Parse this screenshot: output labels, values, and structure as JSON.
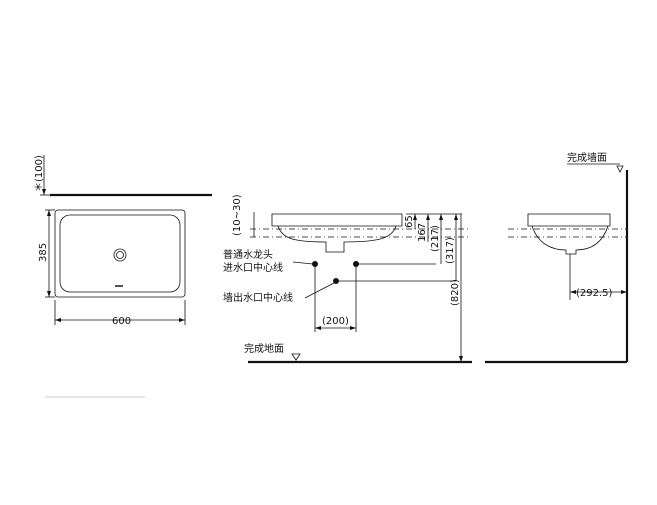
{
  "top_view": {
    "dim_width": "600",
    "dim_depth": "385",
    "dim_top": "＊(100)"
  },
  "side_view": {
    "dim_rim": "(10~30)",
    "dim_65": "65",
    "dim_167": "167",
    "dim_217": "(217)",
    "dim_317": "(317)",
    "dim_820": "(820)",
    "dim_200": "(200)",
    "faucet_label_line1": "普通水龙头",
    "faucet_label_line2": "进水口中心线",
    "drain_label": "墙出水口中心线",
    "floor_label": "完成地面"
  },
  "front_view": {
    "wall_label": "完成墙面",
    "dim_292": "(292.5)"
  }
}
